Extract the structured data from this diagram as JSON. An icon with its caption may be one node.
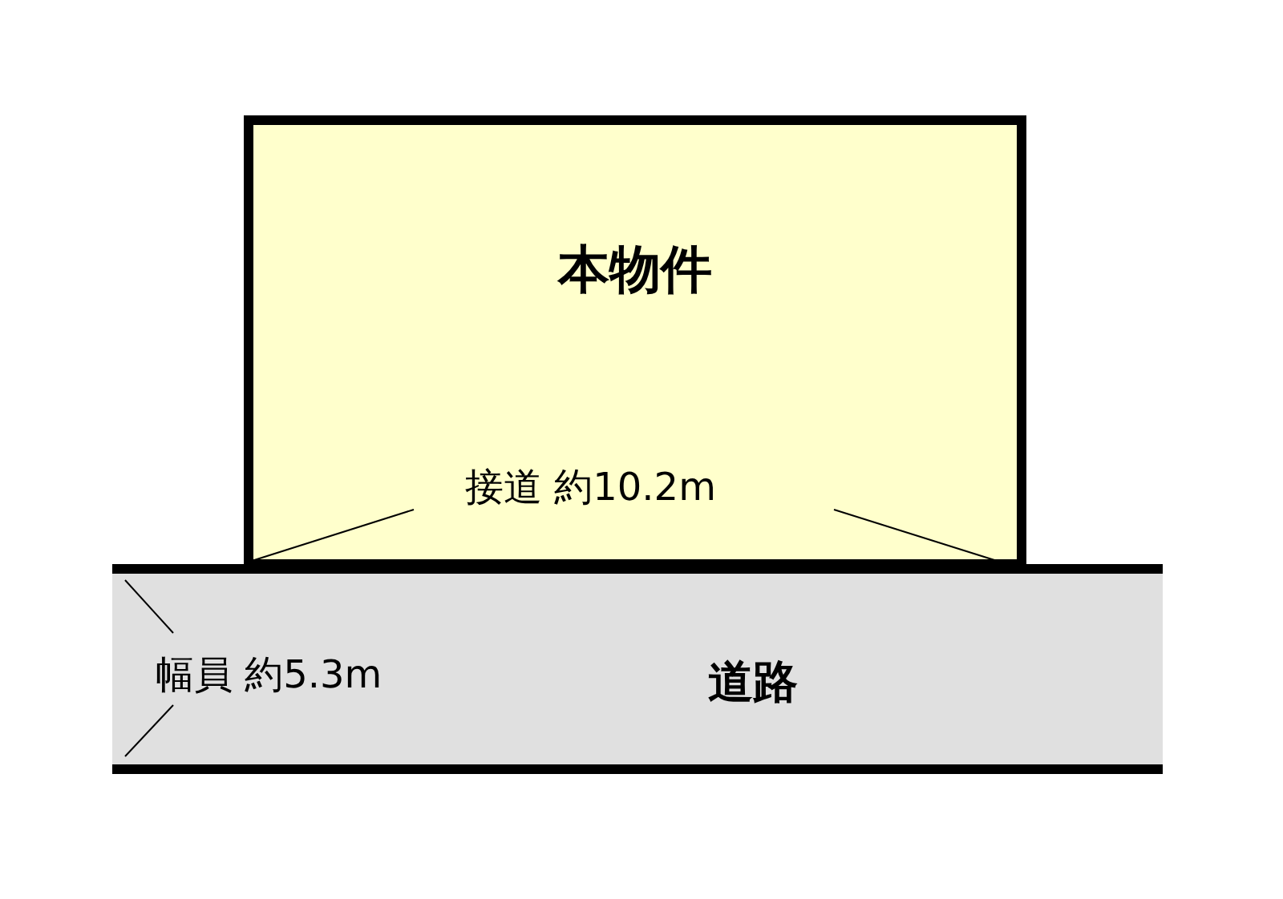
{
  "diagram": {
    "nodes": [
      {
        "text": [
          "本物件"
        ]
      },
      {
        "text": [
          "道路"
        ]
      }
    ],
    "labels": [
      "接道 約10.2m",
      "幅員 約5.3m"
    ]
  }
}
